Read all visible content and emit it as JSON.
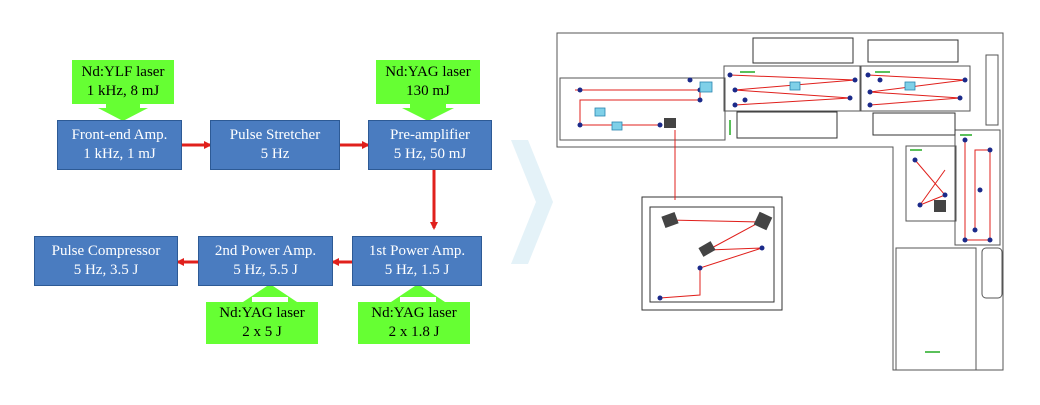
{
  "flow": {
    "front_end": {
      "line1": "Front-end Amp.",
      "line2": "1 kHz, 1 mJ"
    },
    "stretcher": {
      "line1": "Pulse Stretcher",
      "line2": "5 Hz"
    },
    "preamp": {
      "line1": "Pre-amplifier",
      "line2": "5 Hz, 50 mJ"
    },
    "power1": {
      "line1": "1st Power Amp.",
      "line2": "5 Hz, 1.5 J"
    },
    "power2": {
      "line1": "2nd Power Amp.",
      "line2": "5 Hz, 5.5 J"
    },
    "compressor": {
      "line1": "Pulse Compressor",
      "line2": "5 Hz, 3.5 J"
    }
  },
  "pumps": {
    "ylf": {
      "line1": "Nd:YLF laser",
      "line2": "1 kHz, 8 mJ"
    },
    "yag_pre": {
      "line1": "Nd:YAG laser",
      "line2": "130 mJ"
    },
    "yag_p2": {
      "line1": "Nd:YAG laser",
      "line2": "2 x 5 J"
    },
    "yag_p1": {
      "line1": "Nd:YAG laser",
      "line2": "2 x 1.8 J"
    }
  },
  "colors": {
    "amp_box": "#4a7cc0",
    "pump_box": "#66ff33",
    "flow_arrow": "#e0201c",
    "divider_chevron": "#e4f2f8"
  }
}
